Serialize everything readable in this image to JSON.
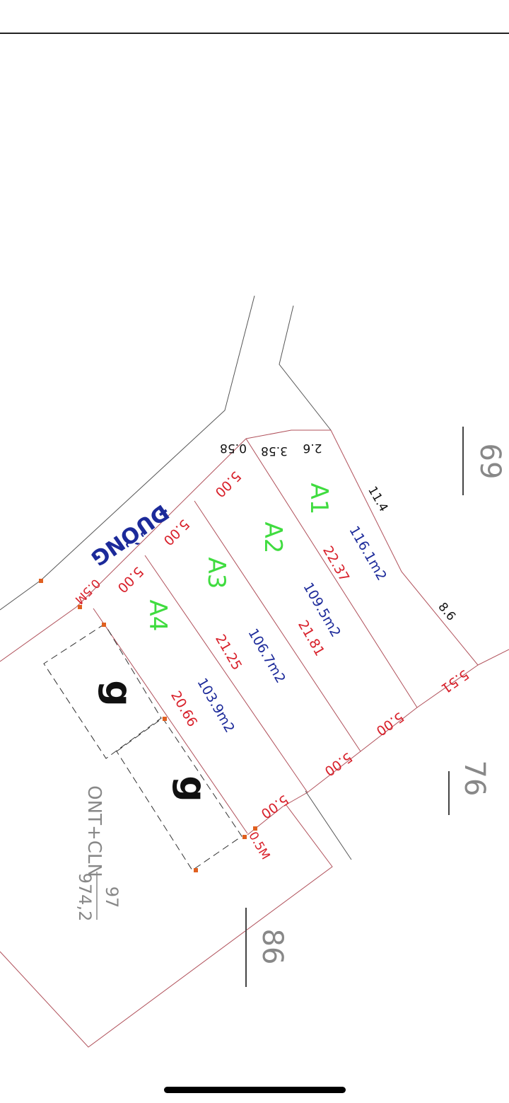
{
  "road_label": "ĐƯỜNG",
  "lots": [
    {
      "name": "A1",
      "area": "116.1m2",
      "depth": "22.37",
      "front": "5.00",
      "back": "5.51"
    },
    {
      "name": "A2",
      "area": "109.5m2",
      "depth": "21.81",
      "front": "5.00",
      "back": "5.00"
    },
    {
      "name": "A3",
      "area": "106.7m2",
      "depth": "21.25",
      "front": "5.00",
      "back": "5.00"
    },
    {
      "name": "A4",
      "area": "103.9m2",
      "depth": "20.66",
      "front": "5.00",
      "back": "5.00"
    }
  ],
  "edges": {
    "e1": "0.58",
    "e2": "3.58",
    "e3": "2.6",
    "e4": "11.4",
    "e5": "8.6"
  },
  "setback_top": "0.5M",
  "setback_bottom": "0.5M",
  "building_marks": [
    "g",
    "g"
  ],
  "parcels": {
    "p69": "69",
    "p76": "76",
    "p86": "86"
  },
  "land_use": "ONT+CLN",
  "parcel_number": "97",
  "parcel_area": "974,2",
  "colors": {
    "boundary": "#c0392b",
    "dimension": "#d8202a",
    "area": "#1c2a9a",
    "lot_name": "#3fdc3f"
  }
}
